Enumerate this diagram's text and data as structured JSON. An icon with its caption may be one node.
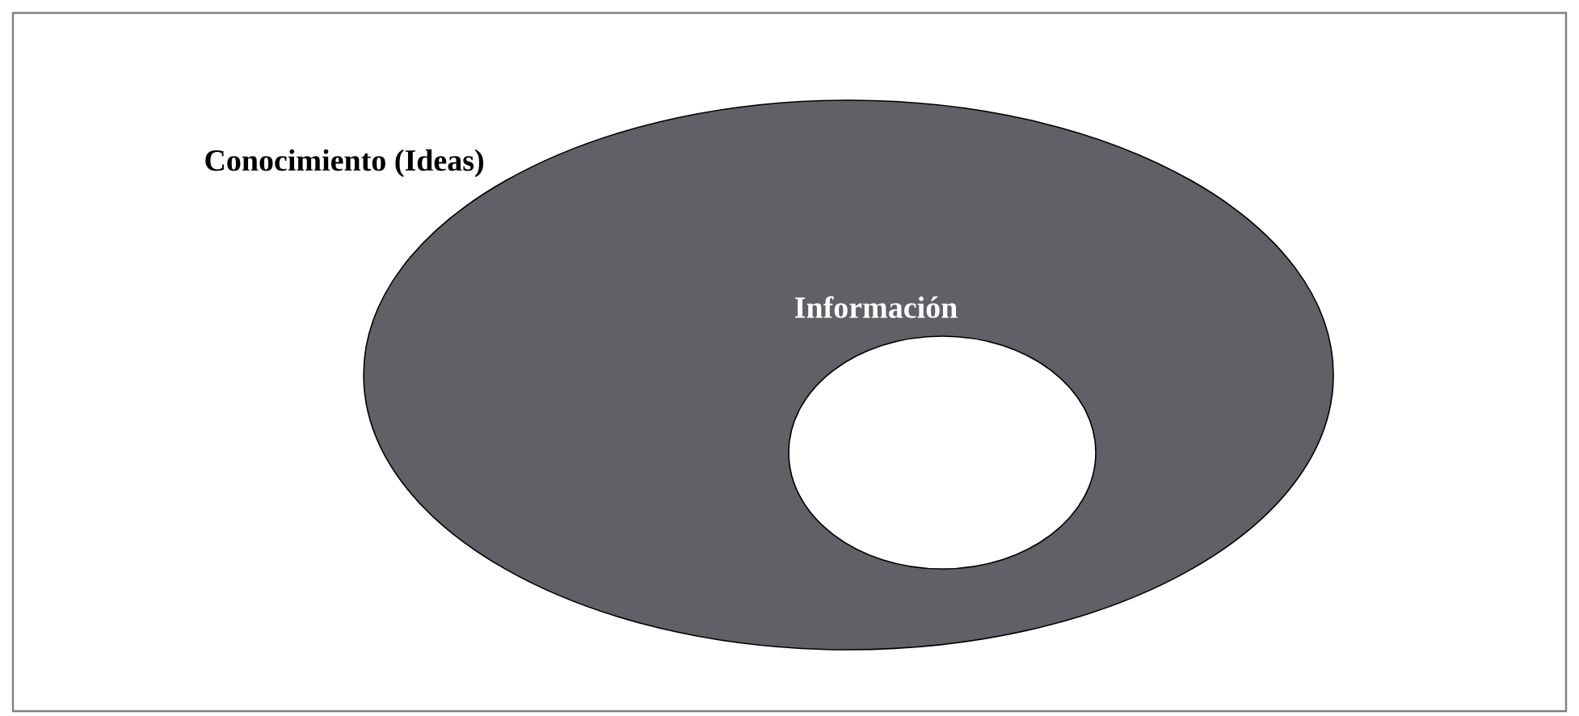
{
  "diagram": {
    "nodes": [
      {
        "text": [
          "Conocimiento (Ideas)"
        ]
      },
      {
        "text": [
          "Información"
        ],
        "in": 0
      }
    ]
  }
}
